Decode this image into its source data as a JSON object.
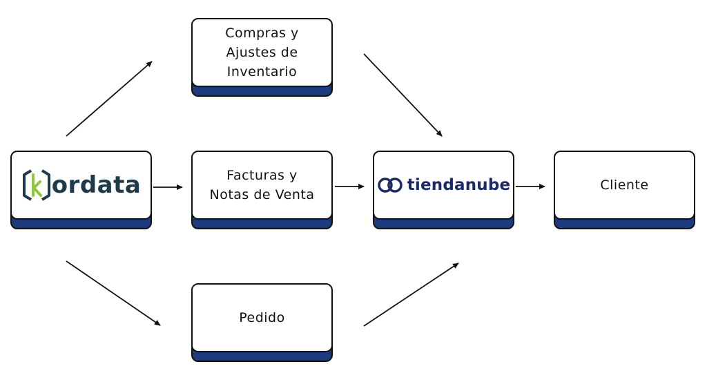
{
  "nodes": {
    "kordata": {
      "logo_text": "ordata",
      "logo_name": "kordata-logo"
    },
    "compras": {
      "label": "Compras y\nAjustes de\nInventario"
    },
    "facturas": {
      "label": "Facturas y\nNotas de Venta"
    },
    "pedido": {
      "label": "Pedido"
    },
    "tiendanube": {
      "logo_text": "tiendanube",
      "logo_name": "tiendanube-logo"
    },
    "cliente": {
      "label": "Cliente"
    }
  },
  "colors": {
    "shadow": "#1c3a7e",
    "border": "#111111",
    "kordata_text": "#1f3a4a",
    "kordata_accent": "#8dc63f",
    "tiendanube_text": "#1c2a66"
  }
}
